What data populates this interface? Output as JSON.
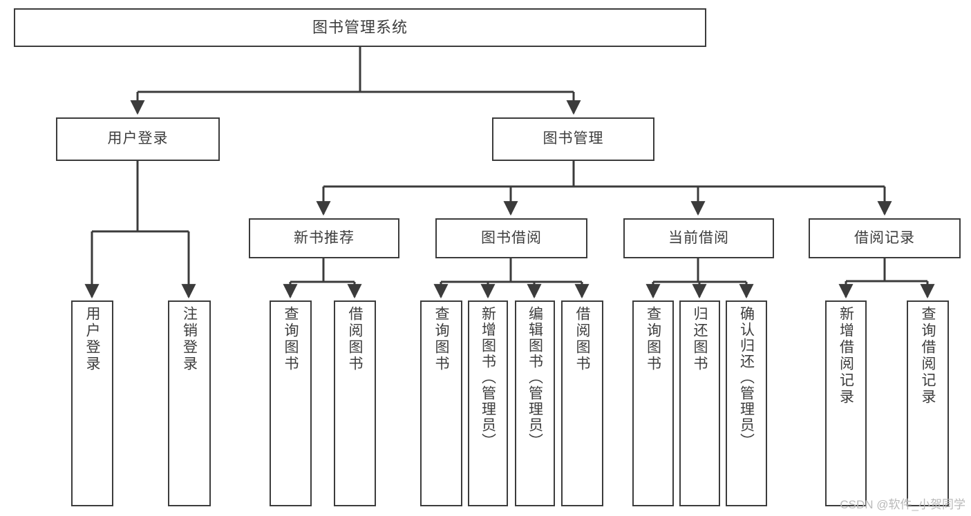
{
  "diagram": {
    "type": "tree-hierarchy",
    "title": "图书管理系统",
    "watermark": "CSDN @软件_小贺同学",
    "colors": {
      "stroke": "#3b3b3b",
      "text": "#3d3d3d",
      "background": "#ffffff",
      "watermark": "#b9b9b9"
    }
  },
  "nodes": {
    "root": {
      "label": "图书管理系统"
    },
    "level2": [
      {
        "id": "user-login",
        "label": "用户登录"
      },
      {
        "id": "book-manage",
        "label": "图书管理"
      }
    ],
    "level3": [
      {
        "id": "new-book-recommend",
        "label": "新书推荐"
      },
      {
        "id": "book-borrow",
        "label": "图书借阅"
      },
      {
        "id": "current-borrow",
        "label": "当前借阅"
      },
      {
        "id": "borrow-record",
        "label": "借阅记录"
      }
    ],
    "leaves": {
      "user_login": [
        {
          "id": "leaf-user-login",
          "label": "用户登录"
        },
        {
          "id": "leaf-logout-login",
          "label": "注销登录"
        }
      ],
      "new_book_recommend": [
        {
          "id": "leaf-query-book-1",
          "label": "查询图书"
        },
        {
          "id": "leaf-borrow-book-1",
          "label": "借阅图书"
        }
      ],
      "book_borrow": [
        {
          "id": "leaf-query-book-2",
          "label": "查询图书"
        },
        {
          "id": "leaf-add-book",
          "label": "新增图书（管理员）"
        },
        {
          "id": "leaf-edit-book",
          "label": "编辑图书（管理员）"
        },
        {
          "id": "leaf-borrow-book-2",
          "label": "借阅图书"
        }
      ],
      "current_borrow": [
        {
          "id": "leaf-query-book-3",
          "label": "查询图书"
        },
        {
          "id": "leaf-return-book",
          "label": "归还图书"
        },
        {
          "id": "leaf-confirm-return",
          "label": "确认归还（管理员）"
        }
      ],
      "borrow_record": [
        {
          "id": "leaf-add-record",
          "label": "新增借阅记录"
        },
        {
          "id": "leaf-query-record",
          "label": "查询借阅记录"
        }
      ]
    }
  }
}
